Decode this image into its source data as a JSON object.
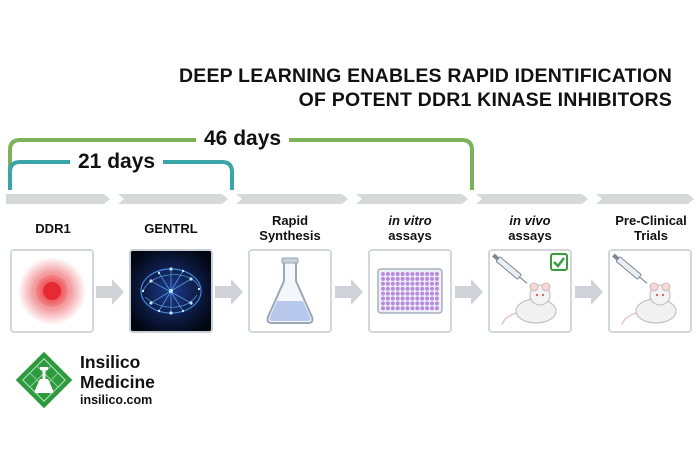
{
  "title": {
    "line1": "DEEP LEARNING ENABLES RAPID IDENTIFICATION",
    "line2": "OF POTENT DDR1 KINASE INHIBITORS"
  },
  "brackets": {
    "outer_label": "46 days",
    "inner_label": "21 days",
    "outer_color": "#7cb35a",
    "inner_color": "#3aa5a8"
  },
  "steps": [
    {
      "label": "DDR1",
      "icon": "target-icon"
    },
    {
      "label": "GENTRL",
      "icon": "brain-network-icon"
    },
    {
      "label_line1": "Rapid",
      "label_line2": "Synthesis",
      "icon": "flask-icon"
    },
    {
      "label_italic": "in vitro",
      "label_line2": "assays",
      "icon": "well-plate-icon"
    },
    {
      "label_italic": "in vivo",
      "label_line2": "assays",
      "icon": "mouse-syringe-icon"
    },
    {
      "label_line1": "Pre-Clinical",
      "label_line2": "Trials",
      "icon": "mouse-syringe-icon"
    }
  ],
  "brand": {
    "name_line1": "Insilico",
    "name_line2": "Medicine",
    "url": "insilico.com",
    "color": "#2e9a3e"
  }
}
